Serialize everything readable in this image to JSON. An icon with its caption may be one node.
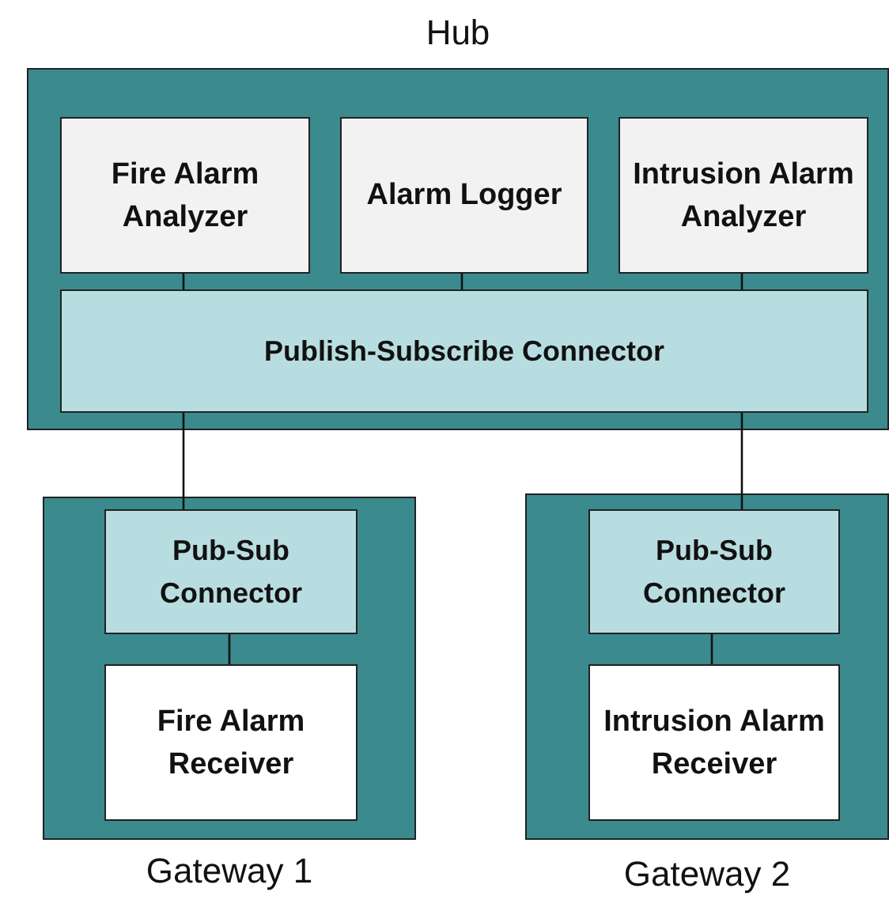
{
  "diagram": {
    "nodes": [
      {
        "text": [
          "Hub"
        ]
      },
      {
        "text": [
          "Fire Alarm Analyzer"
        ],
        "in": 0
      },
      {
        "text": [
          "Alarm Logger"
        ],
        "in": 0
      },
      {
        "text": [
          "Intrusion Alarm Analyzer"
        ],
        "in": 0
      },
      {
        "text": [
          "Publish-Subscribe Connector"
        ],
        "in": 0
      },
      {
        "text": [
          "Gateway 1"
        ]
      },
      {
        "text": [
          "Pub-Sub Connector"
        ],
        "in": 5
      },
      {
        "text": [
          "Fire Alarm Receiver"
        ],
        "in": 5
      },
      {
        "text": [
          "Gateway 2"
        ]
      },
      {
        "text": [
          "Pub-Sub Connector"
        ],
        "in": 8
      },
      {
        "text": [
          "Intrusion Alarm Receiver"
        ],
        "in": 8
      }
    ],
    "edges": [
      {
        "from": 1,
        "to": 4,
        "arrow": "none"
      },
      {
        "from": 2,
        "to": 4,
        "arrow": "none"
      },
      {
        "from": 3,
        "to": 4,
        "arrow": "none"
      },
      {
        "from": 4,
        "to": 6,
        "arrow": "none"
      },
      {
        "from": 4,
        "to": 9,
        "arrow": "none"
      },
      {
        "from": 6,
        "to": 7,
        "arrow": "none"
      },
      {
        "from": 9,
        "to": 10,
        "arrow": "none"
      }
    ]
  }
}
